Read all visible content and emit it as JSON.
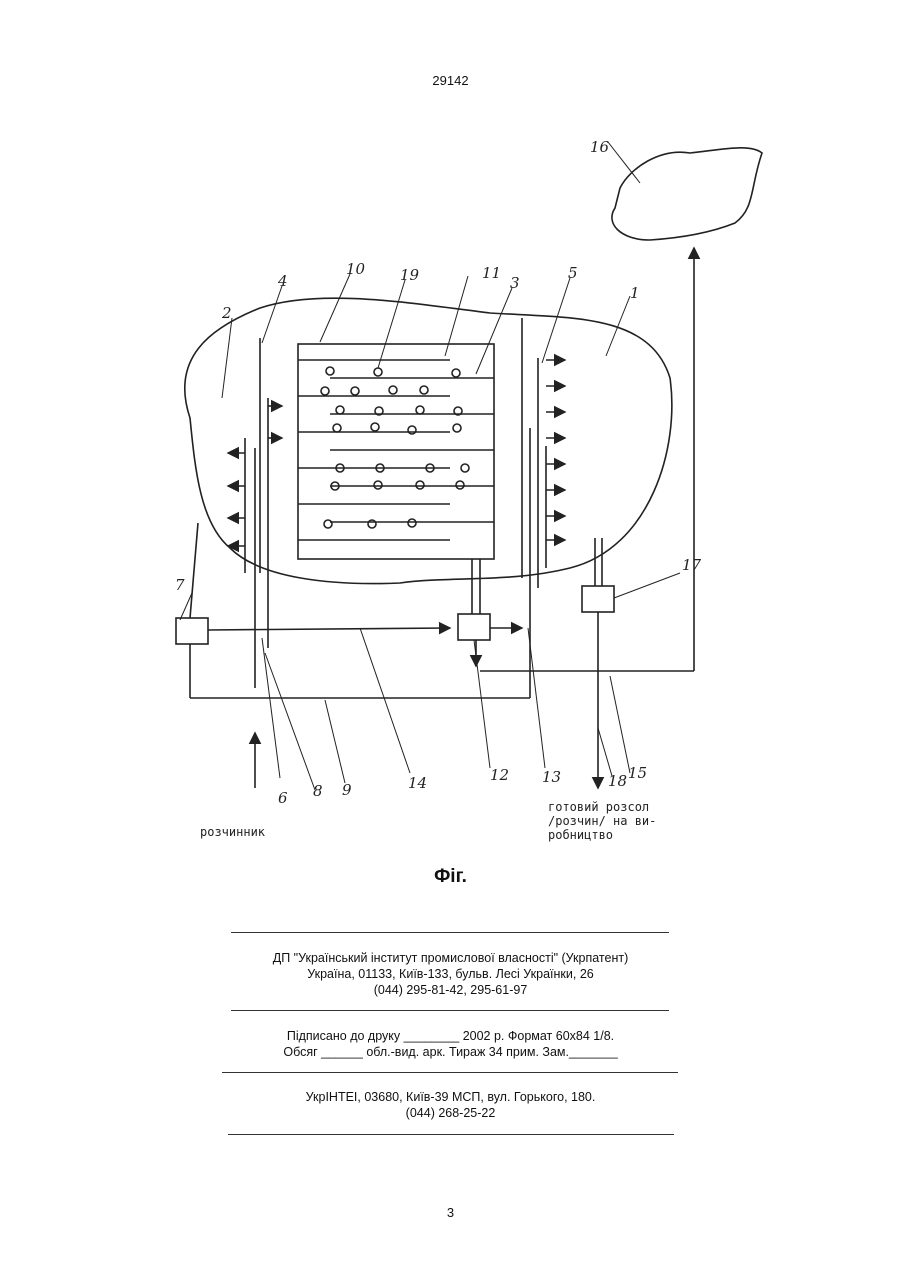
{
  "header": {
    "page_number": "29142"
  },
  "figure": {
    "labels": [
      "1",
      "2",
      "3",
      "4",
      "5",
      "6",
      "7",
      "8",
      "9",
      "10",
      "11",
      "12",
      "13",
      "14",
      "15",
      "16",
      "17",
      "18",
      "19"
    ],
    "input_label": "розчинник",
    "output_label_lines": [
      "готовий розсол",
      "/розчин/ на ви-",
      "робництво"
    ]
  },
  "caption": "Фіг.",
  "publisher": {
    "line1": "ДП \"Український інститут промислової власності\" (Укрпатент)",
    "line2": "Україна, 01133, Київ-133, бульв. Лесі Українки, 26",
    "line3": "(044) 295-81-42, 295-61-97"
  },
  "print_info": {
    "line1": "Підписано до друку ________ 2002 р.    Формат 60х84 1/8.",
    "line2": "Обсяг ______ обл.-вид. арк.   Тираж 34 прим.    Зам._______"
  },
  "printer": {
    "line1": "УкрІНТЕІ, 03680, Київ-39 МСП, вул. Горького, 180.",
    "line2": "(044) 268-25-22"
  },
  "footer": {
    "page_number": "3"
  }
}
